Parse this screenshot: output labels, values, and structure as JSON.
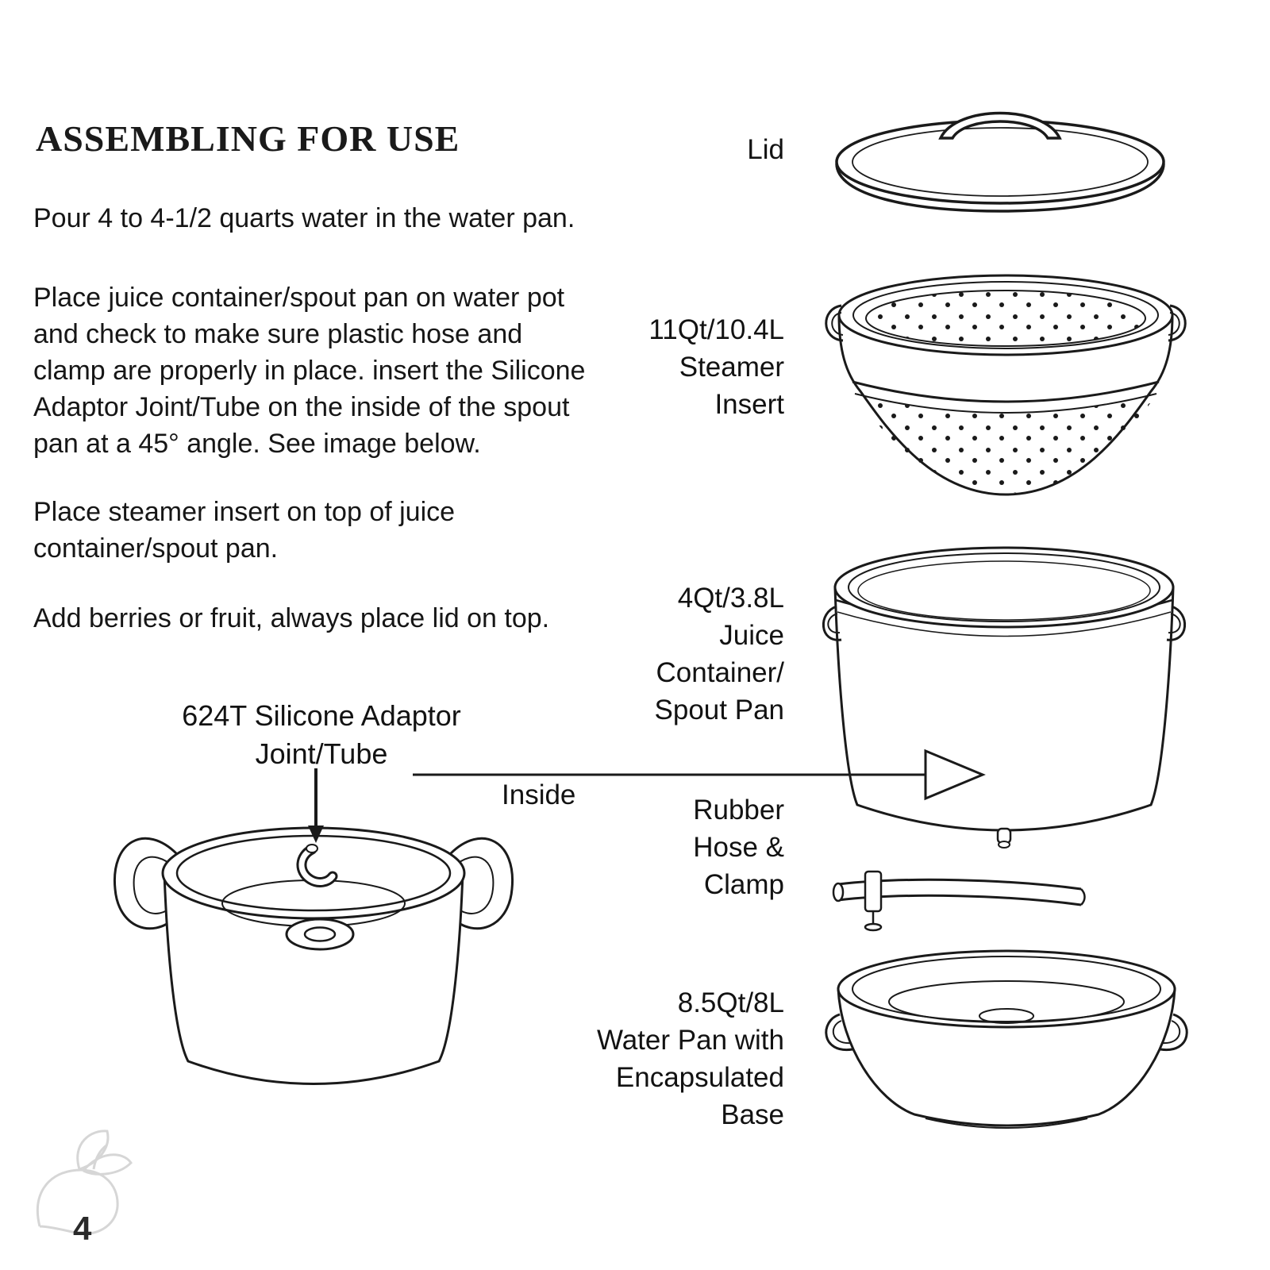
{
  "document": {
    "title": "ASSEMBLING FOR USE",
    "paragraphs": [
      "Pour 4 to 4-1/2 quarts water in the water pan.",
      "Place juice container/spout pan on water pot\nand check to make sure plastic hose and\nclamp are properly in place. insert the Silicone\nAdaptor Joint/Tube  on the inside of the spout\npan at a 45° angle. See image below.",
      "Place steamer insert on top of juice\ncontainer/spout pan.",
      "Add berries or fruit, always place lid on top."
    ]
  },
  "diagram": {
    "labels": {
      "lid": "Lid",
      "steamer_insert": "11Qt/10.4L\nSteamer\nInsert",
      "juice_container": "4Qt/3.8L\nJuice\nContainer/\nSpout Pan",
      "rubber_hose": "Rubber\nHose &\nClamp",
      "water_pan": "8.5Qt/8L\nWater Pan with\nEncapsulated\nBase",
      "adaptor": "624T Silicone Adaptor\nJoint/Tube",
      "inside": "Inside"
    },
    "line_color": "#1a1a1a"
  },
  "footer": {
    "page_number": "4"
  }
}
